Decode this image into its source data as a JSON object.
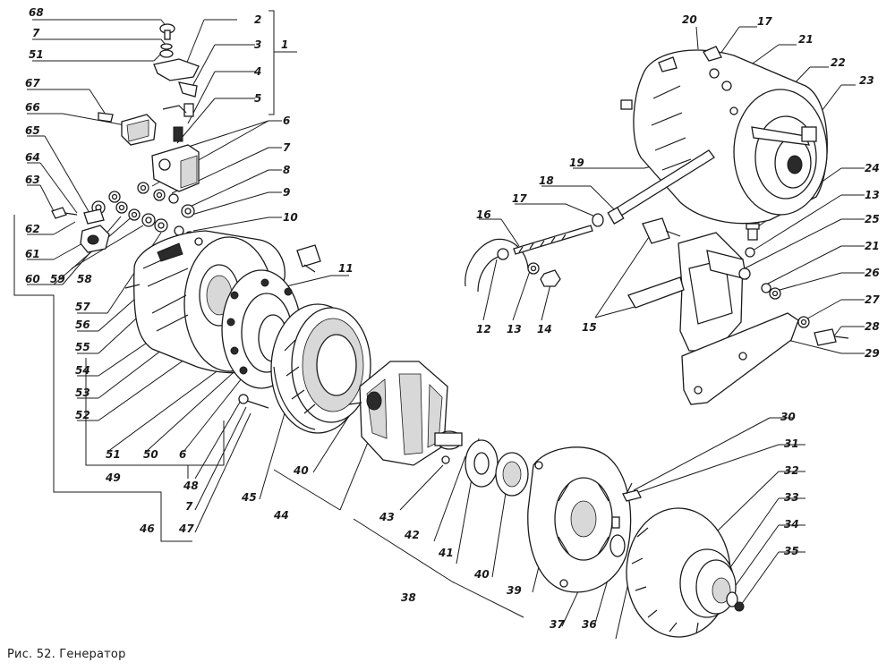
{
  "figure": {
    "caption": "Рис. 52. Генератор"
  },
  "callouts": [
    {
      "id": "c68",
      "label": "68"
    },
    {
      "id": "c7a",
      "label": "7"
    },
    {
      "id": "c51a",
      "label": "51"
    },
    {
      "id": "c67",
      "label": "67"
    },
    {
      "id": "c66",
      "label": "66"
    },
    {
      "id": "c65",
      "label": "65"
    },
    {
      "id": "c64",
      "label": "64"
    },
    {
      "id": "c63",
      "label": "63"
    },
    {
      "id": "c62",
      "label": "62"
    },
    {
      "id": "c61",
      "label": "61"
    },
    {
      "id": "c60",
      "label": "60"
    },
    {
      "id": "c59",
      "label": "59"
    },
    {
      "id": "c58",
      "label": "58"
    },
    {
      "id": "c57",
      "label": "57"
    },
    {
      "id": "c56",
      "label": "56"
    },
    {
      "id": "c55",
      "label": "55"
    },
    {
      "id": "c54",
      "label": "54"
    },
    {
      "id": "c53",
      "label": "53"
    },
    {
      "id": "c52",
      "label": "52"
    },
    {
      "id": "c51b",
      "label": "51"
    },
    {
      "id": "c50",
      "label": "50"
    },
    {
      "id": "c6b",
      "label": "6"
    },
    {
      "id": "c49",
      "label": "49"
    },
    {
      "id": "c48",
      "label": "48"
    },
    {
      "id": "c7c",
      "label": "7"
    },
    {
      "id": "c47",
      "label": "47"
    },
    {
      "id": "c46",
      "label": "46"
    },
    {
      "id": "c45",
      "label": "45"
    },
    {
      "id": "c44",
      "label": "44"
    },
    {
      "id": "c43",
      "label": "43"
    },
    {
      "id": "c42",
      "label": "42"
    },
    {
      "id": "c41",
      "label": "41"
    },
    {
      "id": "c40a",
      "label": "40"
    },
    {
      "id": "c40b",
      "label": "40"
    },
    {
      "id": "c39",
      "label": "39"
    },
    {
      "id": "c38",
      "label": "38"
    },
    {
      "id": "c37",
      "label": "37"
    },
    {
      "id": "c36",
      "label": "36"
    },
    {
      "id": "c35",
      "label": "35"
    },
    {
      "id": "c34",
      "label": "34"
    },
    {
      "id": "c33",
      "label": "33"
    },
    {
      "id": "c32",
      "label": "32"
    },
    {
      "id": "c31",
      "label": "31"
    },
    {
      "id": "c30",
      "label": "30"
    },
    {
      "id": "c2",
      "label": "2"
    },
    {
      "id": "c3",
      "label": "3"
    },
    {
      "id": "c4",
      "label": "4"
    },
    {
      "id": "c5",
      "label": "5"
    },
    {
      "id": "c1",
      "label": "1"
    },
    {
      "id": "c6a",
      "label": "6"
    },
    {
      "id": "c7b",
      "label": "7"
    },
    {
      "id": "c8",
      "label": "8"
    },
    {
      "id": "c9",
      "label": "9"
    },
    {
      "id": "c10",
      "label": "10"
    },
    {
      "id": "c11",
      "label": "11"
    },
    {
      "id": "c20",
      "label": "20"
    },
    {
      "id": "c17a",
      "label": "17"
    },
    {
      "id": "c21a",
      "label": "21"
    },
    {
      "id": "c22",
      "label": "22"
    },
    {
      "id": "c23",
      "label": "23"
    },
    {
      "id": "c19",
      "label": "19"
    },
    {
      "id": "c18",
      "label": "18"
    },
    {
      "id": "c17b",
      "label": "17"
    },
    {
      "id": "c16",
      "label": "16"
    },
    {
      "id": "c12",
      "label": "12"
    },
    {
      "id": "c13a",
      "label": "13"
    },
    {
      "id": "c14",
      "label": "14"
    },
    {
      "id": "c15",
      "label": "15"
    },
    {
      "id": "c24",
      "label": "24"
    },
    {
      "id": "c13b",
      "label": "13"
    },
    {
      "id": "c25",
      "label": "25"
    },
    {
      "id": "c21b",
      "label": "21"
    },
    {
      "id": "c26",
      "label": "26"
    },
    {
      "id": "c27",
      "label": "27"
    },
    {
      "id": "c28",
      "label": "28"
    },
    {
      "id": "c29",
      "label": "29"
    }
  ]
}
